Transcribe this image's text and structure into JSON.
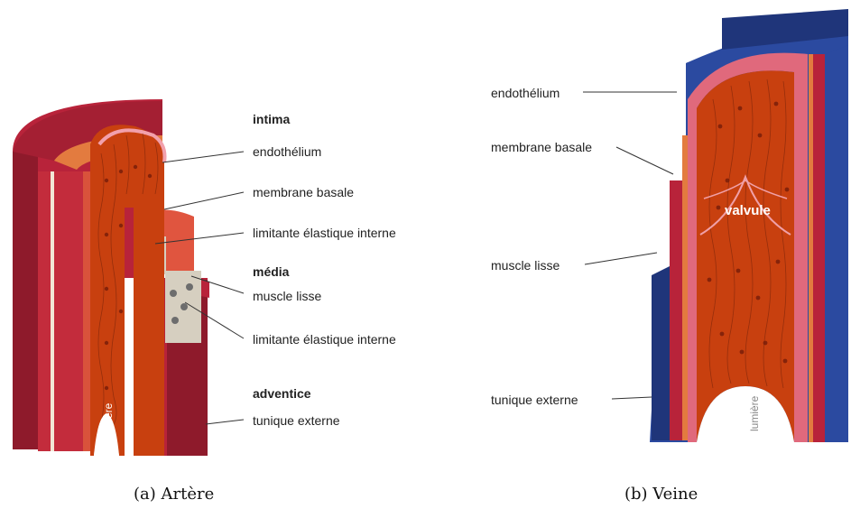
{
  "artery": {
    "caption": "(a) Artère",
    "lumen_label": "lumière",
    "groups": {
      "intima": "intima",
      "media": "média",
      "adventice": "adventice"
    },
    "labels": {
      "endothelium": "endothélium",
      "basement": "membrane basale",
      "internal_elastic": "limitante élastique interne",
      "smooth_muscle": "muscle lisse",
      "external_elastic": "limitante élastique interne",
      "tunica_externa": "tunique externe"
    }
  },
  "vein": {
    "caption": "(b) Veine",
    "lumen_label": "lumière",
    "valve_label": "valvule",
    "labels": {
      "endothelium": "endothélium",
      "basement": "membrane basale",
      "smooth_muscle": "muscle lisse",
      "tunica_externa": "tunique externe"
    }
  },
  "colors": {
    "tissue": "#c8400f",
    "outer_red": "#b8233a",
    "dark_red": "#8e1a2b",
    "pink": "#e0697c",
    "orange": "#e37b3f",
    "yellow": "#f0c23c",
    "vein_blue": "#2b4aa0",
    "vein_blue_dark": "#1f357a"
  }
}
